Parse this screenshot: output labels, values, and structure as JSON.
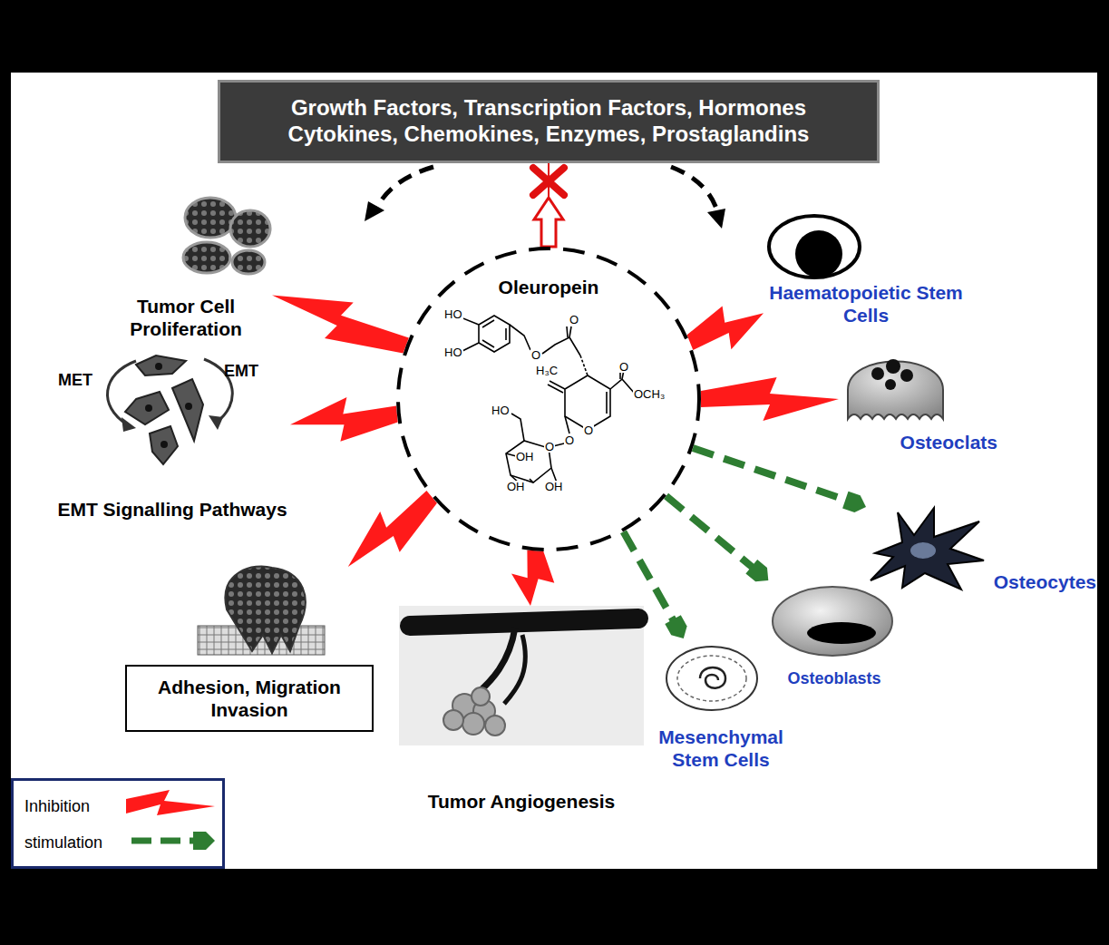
{
  "diagram": {
    "nodes": [
      {
        "text": [
          "Growth Factors, Transcription Factors, Hormones Cytokines, Chemokines, Enzymes, Prostaglandins"
        ]
      },
      {
        "text": [
          "Oleuropein"
        ]
      },
      {
        "text": [
          "Tumor Cell Proliferation"
        ]
      },
      {
        "text": [
          "EMT Signalling Pathways"
        ]
      },
      {
        "text": [
          "Adhesion, Migration Invasion"
        ]
      },
      {
        "text": [
          "Tumor Angiogenesis"
        ]
      },
      {
        "text": [
          "Mesenchymal Stem Cells"
        ]
      },
      {
        "text": [
          "Osteoblasts"
        ]
      },
      {
        "text": [
          "Osteocytes"
        ]
      },
      {
        "text": [
          "Osteoclats"
        ]
      },
      {
        "text": [
          "Haematopoietic Stem Cells"
        ]
      }
    ],
    "edges": [
      {
        "from": 1,
        "to": 0,
        "arrow": "to"
      },
      {
        "from": 1,
        "to": 2,
        "arrow": "to"
      },
      {
        "from": 1,
        "to": 3,
        "arrow": "to"
      },
      {
        "from": 1,
        "to": 4,
        "arrow": "to"
      },
      {
        "from": 1,
        "to": 5,
        "arrow": "to"
      },
      {
        "from": 1,
        "to": 6,
        "arrow": "to"
      },
      {
        "from": 1,
        "to": 7,
        "arrow": "to"
      },
      {
        "from": 1,
        "to": 8,
        "arrow": "to"
      },
      {
        "from": 1,
        "to": 9,
        "arrow": "to"
      },
      {
        "from": 1,
        "to": 10,
        "arrow": "to"
      }
    ],
    "labels": [
      "MET",
      "EMT",
      "HO",
      "HO",
      "O",
      "O",
      "H₃C",
      "O",
      "OCH₃",
      "HO",
      "O",
      "OH",
      "O",
      "O",
      "OH",
      "OH"
    ],
    "legend": [
      {
        "text": "Inhibition"
      },
      {
        "text": "stimulation"
      }
    ]
  }
}
